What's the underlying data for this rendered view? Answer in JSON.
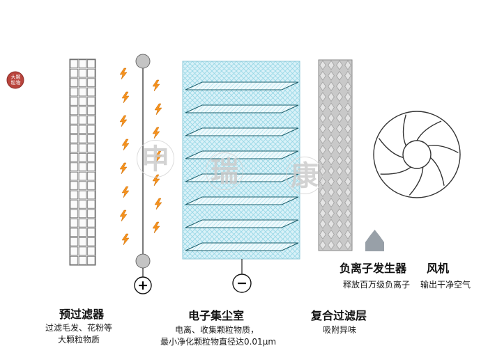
{
  "watermark": {
    "chars": [
      "申",
      "瑞",
      "康"
    ]
  },
  "particle": {
    "label": "大颗粒物"
  },
  "prefilter": {
    "title": "预过滤器",
    "desc1": "过滤毛发、花粉等",
    "desc2": "大颗粒物质"
  },
  "ionizer": {
    "plus": "+",
    "minus": "−"
  },
  "chamber": {
    "title": "电子集尘室",
    "desc1": "电离、收集颗粒物质，",
    "desc2": "最小净化颗粒物直径达0.01μm"
  },
  "composite": {
    "title": "复合过滤层",
    "desc1": "吸附异味"
  },
  "ion_generator": {
    "title": "负离子发生器",
    "desc": "释放百万级负离子"
  },
  "fan": {
    "title": "风机",
    "desc": "输出干净空气"
  },
  "colors": {
    "bolt": "#f6921e",
    "chamber_fill": "#d9f1f8",
    "chamber_hatch": "#96d7e6",
    "plate_outline": "#1b5e6b",
    "particle_red": "#b9443c",
    "filter_gray": "#c9c9c9"
  }
}
